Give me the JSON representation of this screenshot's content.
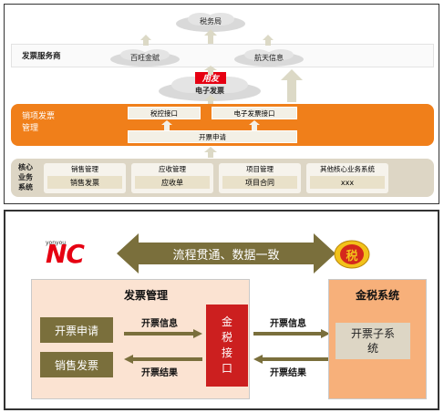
{
  "top": {
    "tax_bureau": "税务局",
    "provider_label": "发票服务商",
    "baiwang": "百旺金赋",
    "hangtian": "航天信息",
    "yonyou_logo": "用友",
    "e_invoice_cloud": "电子发票",
    "sales_label": "销项发票\n管理",
    "tax_interface": "税控接口",
    "e_invoice_interface": "电子发票接口",
    "issue_request": "开票申请",
    "core_label": "核心\n业务\n系统",
    "modules": [
      {
        "title": "销售管理",
        "item": "销售发票"
      },
      {
        "title": "应收管理",
        "item": "应收单"
      },
      {
        "title": "项目管理",
        "item": "项目合同"
      },
      {
        "title": "其他核心业务系统",
        "item": "xxx"
      }
    ]
  },
  "bottom": {
    "yonyou_small": "yonyou",
    "nc_logo": "NC",
    "tax_logo": "税",
    "banner": "流程贯通、数据一致",
    "invoice_mgmt_title": "发票管理",
    "issue_request_btn": "开票申请",
    "sales_invoice_btn": "销售发票",
    "issue_info_left": "开票信息",
    "issue_result_left": "开票结果",
    "gold_tax_interface": "金\n税\n接\n口",
    "issue_info_right": "开票信息",
    "issue_result_right": "开票结果",
    "gold_tax_system_title": "金税系统",
    "issue_subsystem": "开票子系\n统"
  },
  "colors": {
    "orange": "#f07f1a",
    "olive": "#7a6f3c",
    "khaki": "#ddd6c5",
    "peach": "#fbe3d2",
    "red": "#cc1f1f",
    "arrow_gray": "#dcd9c6"
  }
}
